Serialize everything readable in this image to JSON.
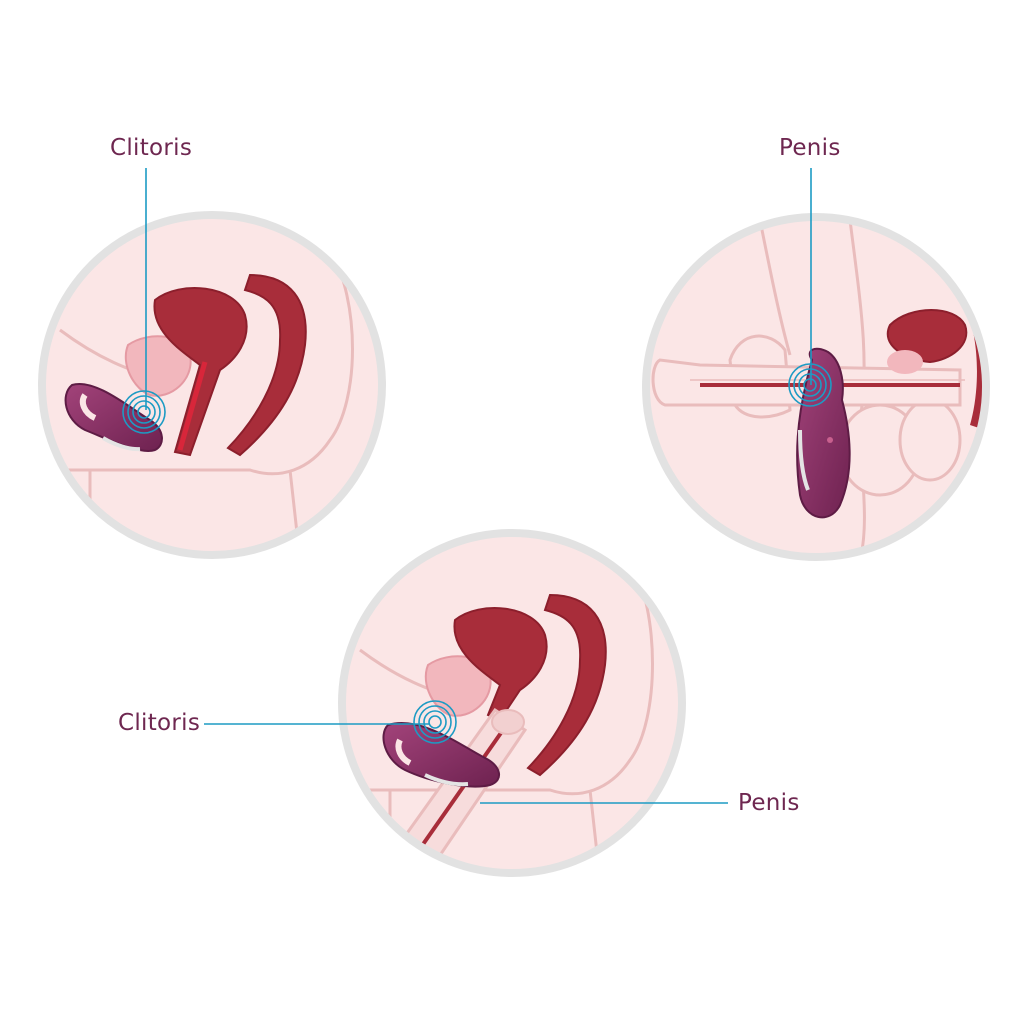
{
  "labels": {
    "usage_female_clitoris": "Clitoris",
    "usage_male_penis": "Penis",
    "usage_couple_clitoris": "Clitoris",
    "usage_couple_penis": "Penis"
  },
  "colors": {
    "skin": "#fbe6e6",
    "skin_outline": "#e9bcbc",
    "circle_border": "#e2e2e2",
    "organ_red": "#a82d3a",
    "organ_bright": "#d8263a",
    "organ_pink": "#f2b7bd",
    "device_purple": "#8c2f66",
    "device_dark": "#5e1c45",
    "callout_line": "#1d9bc4",
    "label_text": "#6e2750"
  }
}
